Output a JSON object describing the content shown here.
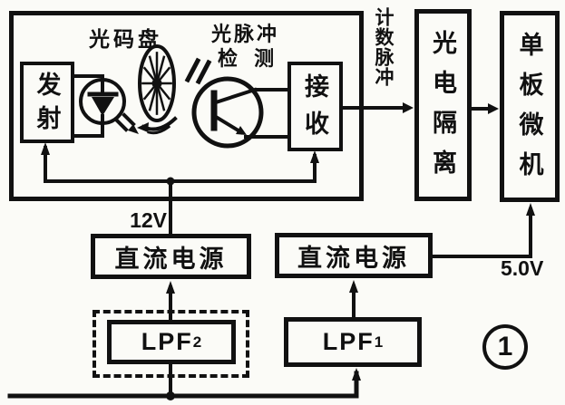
{
  "labels": {
    "disk": "光码盘",
    "pulse_detect_1": "光脉冲",
    "pulse_detect_2": "检 测",
    "counting_pulse": "计数脉冲",
    "v12": "12V",
    "v5": "5.0V"
  },
  "blocks": {
    "emitter": "发射",
    "receiver": "接收",
    "opto_isolator": "光电隔离",
    "microcomputer": "单板微机",
    "dc_power_left": "直流电源",
    "dc_power_right": "直流电源",
    "lpf2_base": "LPF",
    "lpf2_sub": "2",
    "lpf1_base": "LPF",
    "lpf1_sub": "1"
  },
  "figure": {
    "number": "1"
  },
  "colors": {
    "ink": "#111111",
    "paper": "#fbfbf7"
  }
}
